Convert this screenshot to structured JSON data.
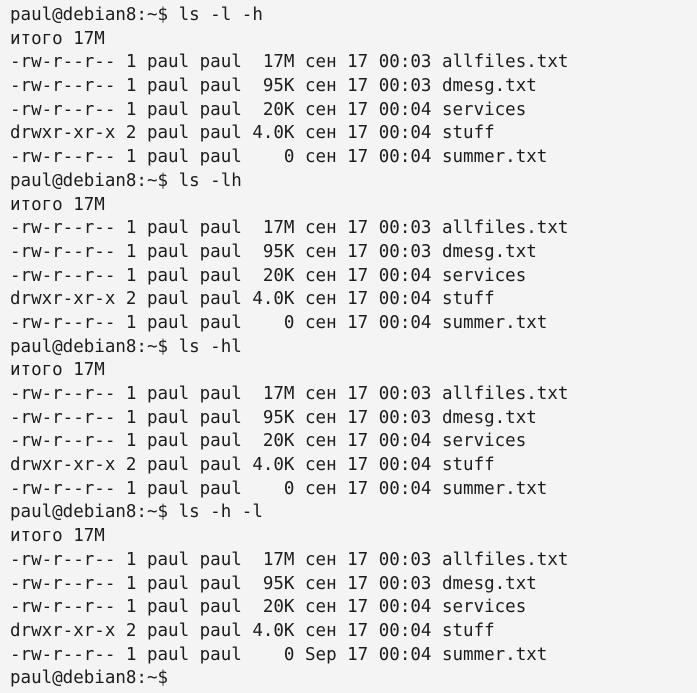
{
  "terminal": {
    "user_host": "paul@debian8",
    "prompt": "paul@debian8:~$",
    "colors": {
      "background": "#f4f4f4",
      "text": "#1c1c1c"
    },
    "commands": [
      "ls -l -h",
      "ls -lh",
      "ls -hl",
      "ls -h -l"
    ],
    "total_label": "итого 17M",
    "lines": [
      "paul@debian8:~$ ls -l -h",
      "итого 17M",
      "-rw-r--r-- 1 paul paul  17M сен 17 00:03 allfiles.txt",
      "-rw-r--r-- 1 paul paul  95K сен 17 00:03 dmesg.txt",
      "-rw-r--r-- 1 paul paul  20K сен 17 00:04 services",
      "drwxr-xr-x 2 paul paul 4.0K сен 17 00:04 stuff",
      "-rw-r--r-- 1 paul paul    0 сен 17 00:04 summer.txt",
      "paul@debian8:~$ ls -lh",
      "итого 17M",
      "-rw-r--r-- 1 paul paul  17M сен 17 00:03 allfiles.txt",
      "-rw-r--r-- 1 paul paul  95K сен 17 00:03 dmesg.txt",
      "-rw-r--r-- 1 paul paul  20K сен 17 00:04 services",
      "drwxr-xr-x 2 paul paul 4.0K сен 17 00:04 stuff",
      "-rw-r--r-- 1 paul paul    0 сен 17 00:04 summer.txt",
      "paul@debian8:~$ ls -hl",
      "итого 17M",
      "-rw-r--r-- 1 paul paul  17M сен 17 00:03 allfiles.txt",
      "-rw-r--r-- 1 paul paul  95K сен 17 00:03 dmesg.txt",
      "-rw-r--r-- 1 paul paul  20K сен 17 00:04 services",
      "drwxr-xr-x 2 paul paul 4.0K сен 17 00:04 stuff",
      "-rw-r--r-- 1 paul paul    0 сен 17 00:04 summer.txt",
      "paul@debian8:~$ ls -h -l",
      "итого 17M",
      "-rw-r--r-- 1 paul paul  17M сен 17 00:03 allfiles.txt",
      "-rw-r--r-- 1 paul paul  95K сен 17 00:03 dmesg.txt",
      "-rw-r--r-- 1 paul paul  20K сен 17 00:04 services",
      "drwxr-xr-x 2 paul paul 4.0K сен 17 00:04 stuff",
      "-rw-r--r-- 1 paul paul    0 Sep 17 00:04 summer.txt",
      "paul@debian8:~$"
    ]
  }
}
